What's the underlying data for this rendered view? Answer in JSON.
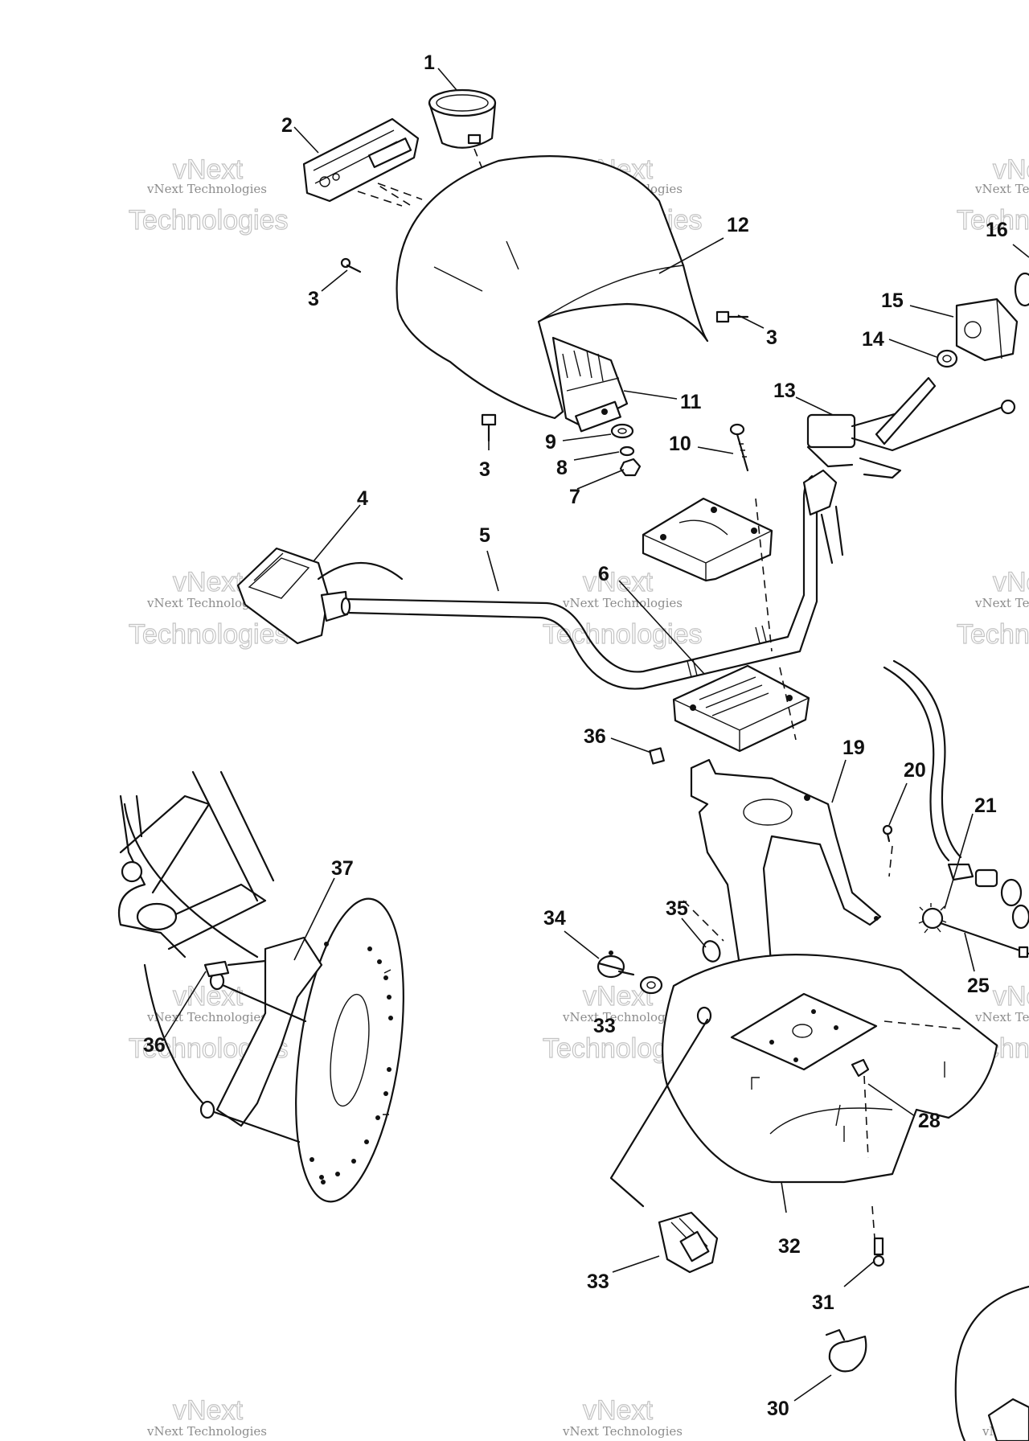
{
  "watermark": {
    "line1": "vNext Technologies",
    "line2": "Technologies",
    "line3": "vNext"
  },
  "callouts": {
    "c1": "1",
    "c2": "2",
    "c3a": "3",
    "c3b": "3",
    "c3c": "3",
    "c4": "4",
    "c5": "5",
    "c6": "6",
    "c7": "7",
    "c8": "8",
    "c9": "9",
    "c10": "10",
    "c11": "11",
    "c12": "12",
    "c13": "13",
    "c14": "14",
    "c15": "15",
    "c16": "16",
    "c19": "19",
    "c20": "20",
    "c21": "21",
    "c25": "25",
    "c28": "28",
    "c30": "30",
    "c31": "31",
    "c32": "32",
    "c33a": "33",
    "c33b": "33",
    "c34": "34",
    "c35": "35",
    "c36a": "36",
    "c36b": "36",
    "c37": "37"
  }
}
